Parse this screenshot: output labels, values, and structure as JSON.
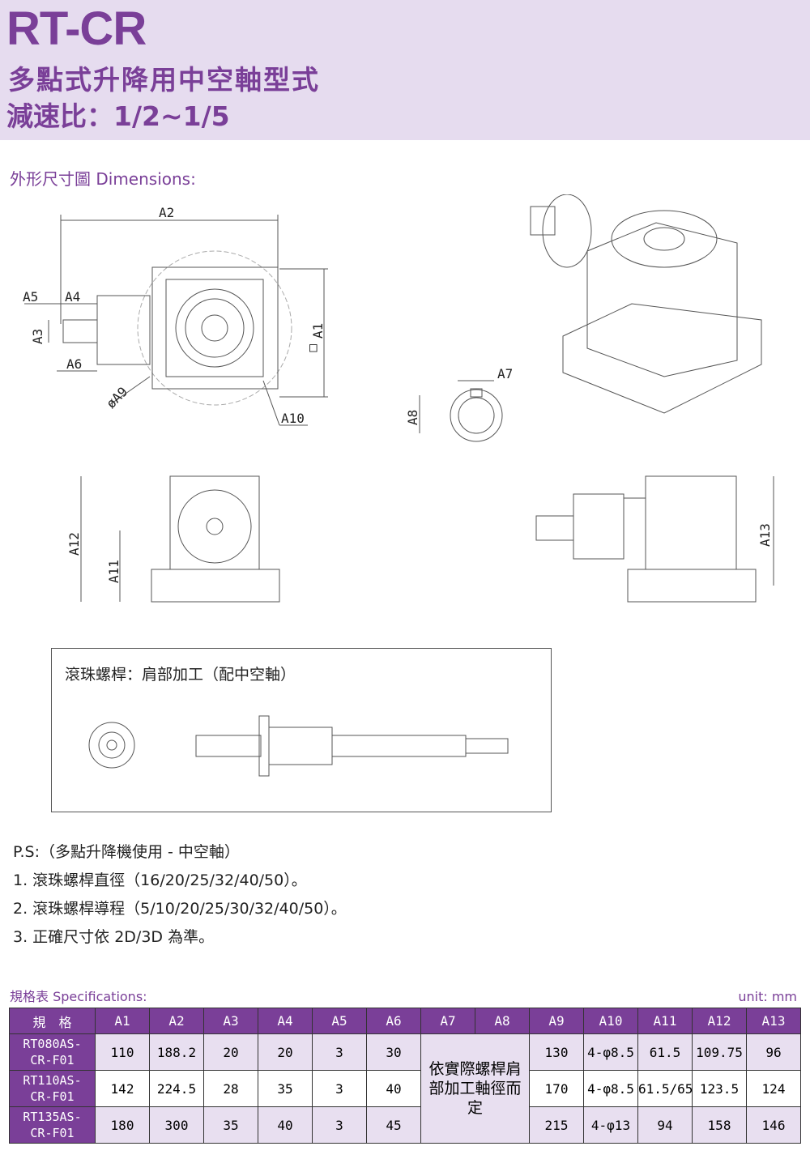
{
  "header": {
    "model": "RT-CR",
    "subtitle": "多點式升降用中空軸型式",
    "ratio": "減速比：1/2~1/5"
  },
  "dimensions_title": "外形尺寸圖 Dimensions:",
  "drawing_labels": {
    "A1": "A1",
    "A2": "A2",
    "A3": "A3",
    "A4": "A4",
    "A5": "A5",
    "A6": "A6",
    "A7": "A7",
    "A8": "A8",
    "A9": "øA9",
    "A10": "A10",
    "A11": "A11",
    "A12": "A12",
    "A13": "A13",
    "square": "□"
  },
  "ballscrew_title": "滾珠螺桿：肩部加工（配中空軸）",
  "notes": [
    "P.S:（多點升降機使用 - 中空軸）",
    "1. 滾珠螺桿直徑（16/20/25/32/40/50）。",
    "2. 滾珠螺桿導程（5/10/20/25/30/32/40/50）。",
    "3. 正確尺寸依 2D/3D 為準。"
  ],
  "specs": {
    "title": "規格表 Specifications:",
    "unit": "unit: mm",
    "headers": [
      "規　格",
      "A1",
      "A2",
      "A3",
      "A4",
      "A5",
      "A6",
      "A7",
      "A8",
      "A9",
      "A10",
      "A11",
      "A12",
      "A13"
    ],
    "merged_note": "依實際螺桿肩部加工軸徑而定",
    "rows": [
      {
        "model": "RT080AS-CR-F01",
        "A1": "110",
        "A2": "188.2",
        "A3": "20",
        "A4": "20",
        "A5": "3",
        "A6": "30",
        "A9": "130",
        "A10": "4-φ8.5",
        "A11": "61.5",
        "A12": "109.75",
        "A13": "96"
      },
      {
        "model": "RT110AS-CR-F01",
        "A1": "142",
        "A2": "224.5",
        "A3": "28",
        "A4": "35",
        "A5": "3",
        "A6": "40",
        "A9": "170",
        "A10": "4-φ8.5",
        "A11": "61.5/65",
        "A12": "123.5",
        "A13": "124"
      },
      {
        "model": "RT135AS-CR-F01",
        "A1": "180",
        "A2": "300",
        "A3": "35",
        "A4": "40",
        "A5": "3",
        "A6": "45",
        "A9": "215",
        "A10": "4-φ13",
        "A11": "94",
        "A12": "158",
        "A13": "146"
      }
    ]
  }
}
